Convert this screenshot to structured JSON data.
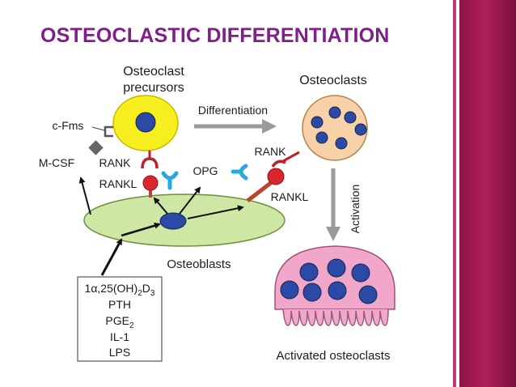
{
  "slide": {
    "title": "OSTEOCLASTIC DIFFERENTIATION"
  },
  "diagram": {
    "labels": {
      "osteoclast_precursors_line1": "Osteoclast",
      "osteoclast_precursors_line2": "precursors",
      "osteoclasts": "Osteoclasts",
      "differentiation": "Differentiation",
      "c_fms": "c-Fms",
      "m_csf": "M-CSF",
      "rank_left": "RANK",
      "rankl_left": "RANKL",
      "opg": "OPG",
      "rank_right": "RANK",
      "rankl_right": "RANKL",
      "activation": "Activation",
      "osteoblasts": "Osteoblasts",
      "activated_osteoclasts": "Activated osteoclasts"
    },
    "factors_box": {
      "items": [
        {
          "main": "1α,25(OH)",
          "sub1": "2",
          "mid": "D",
          "sub2": "3"
        },
        {
          "main": "PTH"
        },
        {
          "main": "PGE",
          "sub1": "2"
        },
        {
          "main": "IL-1"
        },
        {
          "main": "LPS"
        }
      ]
    },
    "colors": {
      "precursor_cell": "#f6ee1f",
      "nucleus": "#2b4aa6",
      "osteoclast_cell": "#f7d1a8",
      "osteoblast_cell": "#cfe7a4",
      "activated_cell": "#f1a7c9",
      "rankl": "#d9262c",
      "opg": "#29a8e0",
      "arrow_gray": "#9a9a9a"
    }
  }
}
